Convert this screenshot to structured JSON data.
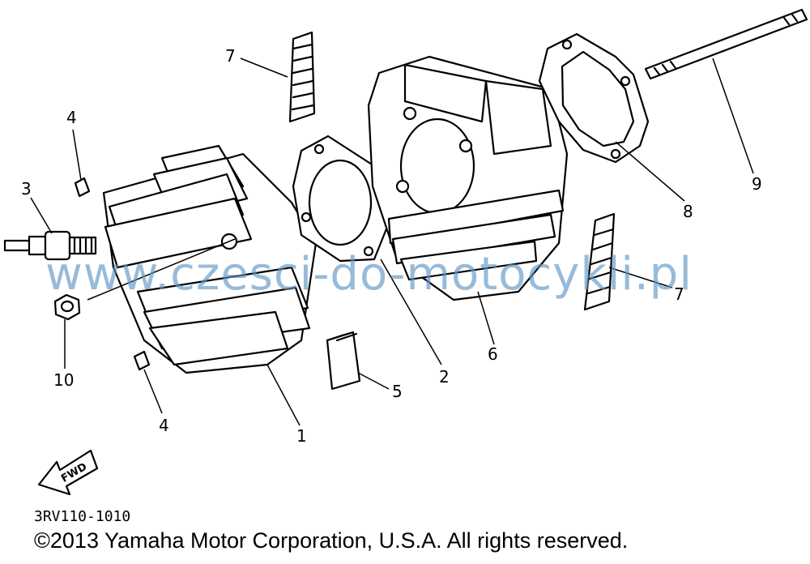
{
  "diagram": {
    "callouts": [
      "7",
      "4",
      "3",
      "9",
      "8",
      "7",
      "10",
      "2",
      "6",
      "5",
      "4",
      "1"
    ],
    "fwd_label": "FWD"
  },
  "watermark": "www.czesci-do-motocykli.pl",
  "part_code": "3RV110-1010",
  "copyright": "©2013 Yamaha Motor Corporation, U.S.A. All rights reserved.",
  "colors": {
    "line": "#000000",
    "watermark": "#5f96c3",
    "background": "#ffffff"
  }
}
